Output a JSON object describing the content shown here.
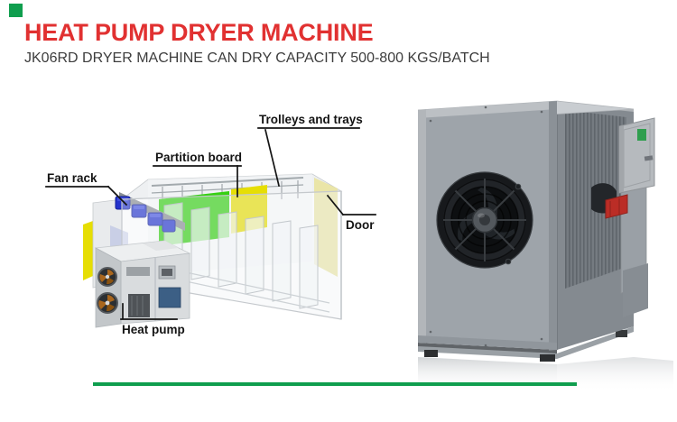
{
  "page": {
    "background": "#ffffff"
  },
  "brand": {
    "accent_green": "#0f9e4e"
  },
  "header": {
    "title": "HEAT PUMP DRYER MACHINE",
    "title_color": "#e13131",
    "subtitle": "JK06RD DRYER MACHINE CAN DRY CAPACITY 500-800 KGS/BATCH",
    "subtitle_color": "#3d3d3d"
  },
  "diagram": {
    "labels": {
      "trolleys": "Trolleys and trays",
      "partition_board": "Partition board",
      "fan_rack": "Fan rack",
      "door": "Door",
      "heat_pump": "Heat pump"
    },
    "colors": {
      "panel_green": "#35d012",
      "panel_yellow": "#e6de04",
      "door_pale_yellow": "#e9e3a0",
      "fan_blue": "#2433cc",
      "frame_gray": "#9aa1a6"
    }
  },
  "photo": {
    "colors": {
      "cabinet_front": "#9ea4aa",
      "cabinet_side": "#848a90",
      "fan_black": "#17191c",
      "control_box_label_green": "#2f9e4e",
      "valve_red": "#bb2d26"
    }
  },
  "footer": {
    "divider_color": "#0f9e4e"
  }
}
